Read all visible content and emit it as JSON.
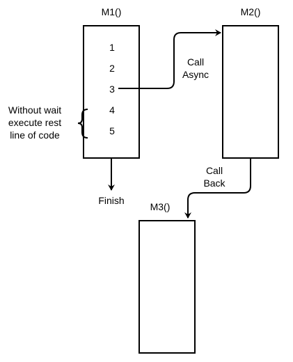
{
  "methods": {
    "m1": {
      "name": "M1()",
      "lines": [
        "1",
        "2",
        "3",
        "4",
        "5"
      ]
    },
    "m2": {
      "name": "M2()"
    },
    "m3": {
      "name": "M3()"
    }
  },
  "edges": {
    "call_async": [
      "Call",
      "Async"
    ],
    "call_back": [
      "Call",
      "Back"
    ],
    "finish": "Finish"
  },
  "note": [
    "Without wait",
    "execute rest",
    "line of code"
  ],
  "colors": {
    "stroke": "#000000",
    "background": "#ffffff"
  }
}
